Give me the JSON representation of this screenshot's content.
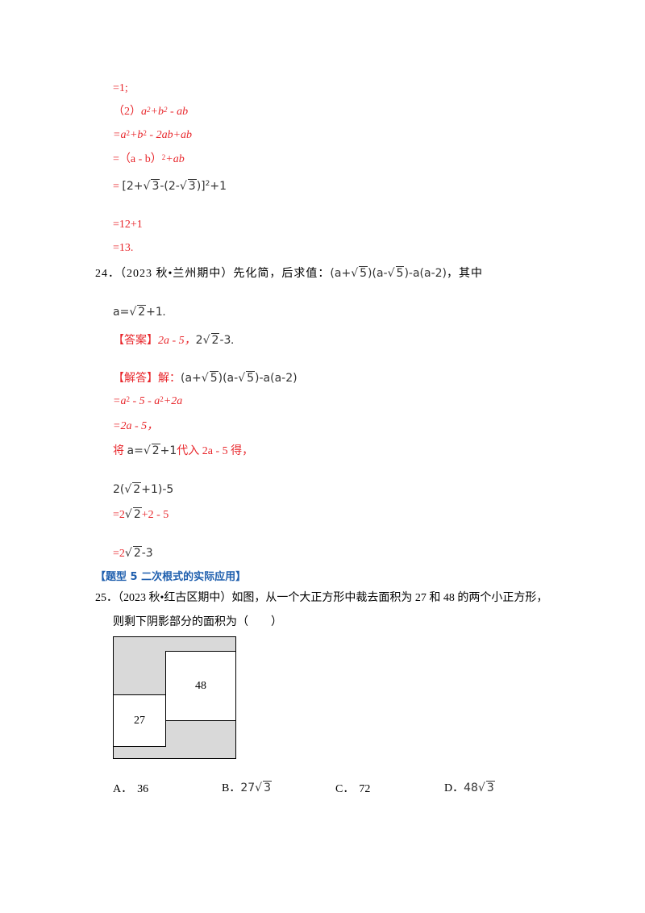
{
  "prev": {
    "l1": "=1;",
    "l2_label": "（2）",
    "l3_a": "=a",
    "l3_b": "+b",
    "l3_c": " - 2ab+ab",
    "l4_a": "=（a - b）",
    "l4_b": "+ab",
    "l5_pre": "=",
    "l5_expr_a": "[2+",
    "l5_expr_b": "3",
    "l5_expr_c": "-(2-",
    "l5_expr_d": "3",
    "l5_expr_e": ")]",
    "l5_expr_f": "+1",
    "l6": "=12+1",
    "l7": "=13."
  },
  "q24": {
    "num": "24．",
    "source": "（2023 秋•兰州期中）",
    "text": "先化简，后求值：",
    "expr_a": "(a+",
    "expr_r1": "5",
    "expr_b": ")(a-",
    "expr_r2": "5",
    "expr_c": ")-a(a-2)",
    "comma": "，其中",
    "cond_a": "a=",
    "cond_r": "2",
    "cond_b": "+1",
    "cond_dot": ".",
    "answer_tag": "【答案】",
    "answer_a": "2a - 5，",
    "answer_b": "2",
    "answer_r": "2",
    "answer_c": "-3",
    "answer_dot": ".",
    "solution_tag": "【解答】",
    "solution_word": "解：",
    "s1_a": "=a",
    "s1_b": " - 5 - a",
    "s1_c": "+2a",
    "s2": "=2a - 5，",
    "s3_a": "将 ",
    "s3_b": "a=",
    "s3_r": "2",
    "s3_c": "+1",
    "s3_d": "代入 2a - 5 得，",
    "s4_a": "2(",
    "s4_r": "2",
    "s4_b": "+1)-5",
    "s5_a": "=2",
    "s5_r": "2",
    "s5_b": "+2 - 5",
    "s6_a": "=2",
    "s6_r": "2",
    "s6_b": "-3"
  },
  "section": {
    "title": "【题型 5  二次根式的实际应用】"
  },
  "q25": {
    "num": "25．",
    "source": "（2023 秋•红古区期中）",
    "text1": "如图，从一个大正方形中裁去面积为 27 和 48 的两个小正方形，",
    "text2": "则剩下阴影部分的面积为（　　）",
    "fig_small": "27",
    "fig_large": "48",
    "opt_a_label": "A．",
    "opt_a": "36",
    "opt_b_label": "B．",
    "opt_b_pre": "27",
    "opt_b_r": "3",
    "opt_c_label": "C．",
    "opt_c": "72",
    "opt_d_label": "D．",
    "opt_d_pre": "48",
    "opt_d_r": "3"
  },
  "colors": {
    "answer_red": "#e8262b",
    "section_blue": "#1f5fae",
    "shade_gray": "#d9d9d9"
  }
}
